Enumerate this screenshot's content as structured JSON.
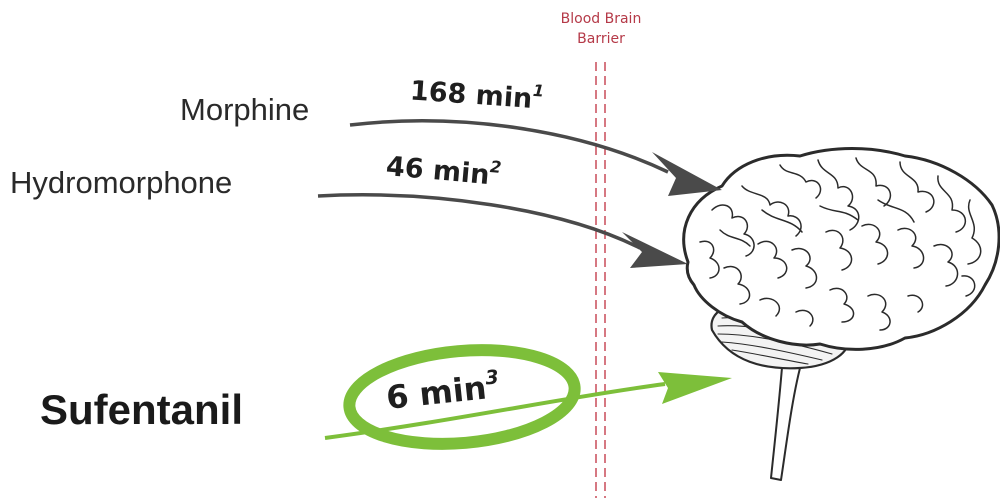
{
  "barrier": {
    "line1": "Blood Brain",
    "line2": "Barrier",
    "color": "#c0303f"
  },
  "drugs": [
    {
      "name": "Morphine",
      "time": "168 min",
      "ref": "1",
      "color": "#4a4a4a"
    },
    {
      "name": "Hydromorphone",
      "time": "46 min",
      "ref": "2",
      "color": "#4a4a4a"
    },
    {
      "name": "Sufentanil",
      "time": "6 min",
      "ref": "3",
      "color": "#7dbf3a",
      "highlighted": true
    }
  ],
  "colors": {
    "arrow_dark": "#4a4a4a",
    "arrow_green": "#7dbf3a",
    "brain_outline": "#2b2b2b"
  },
  "icons": {
    "brain": "brain-icon"
  }
}
